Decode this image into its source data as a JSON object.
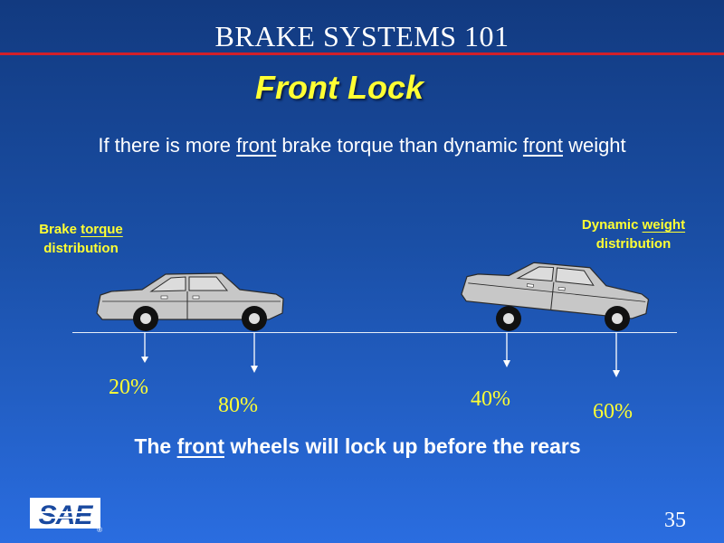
{
  "header": {
    "title": "BRAKE SYSTEMS 101"
  },
  "slide": {
    "title": "Front Lock",
    "subtitle": {
      "part1": "If there is more ",
      "front1": "front",
      "part2": " brake torque than dynamic ",
      "front2": "front",
      "part3": " weight"
    }
  },
  "left_label": {
    "prefix": "Brake ",
    "torque": "torque",
    "line2": "distribution"
  },
  "right_label": {
    "prefix": "Dynamic ",
    "weight": "weight",
    "line2": "distribution"
  },
  "percentages": {
    "front_torque": "20%",
    "rear_torque": "80%",
    "front_weight": "40%",
    "rear_weight": "60%"
  },
  "conclusion": {
    "part1": "The ",
    "front": "front",
    "part2": " wheels will lock up before the rears"
  },
  "logo": {
    "text": "SAE",
    "mark": "®"
  },
  "footer": {
    "page_number": "35"
  },
  "colors": {
    "accent_yellow": "#ffff33",
    "rule_red": "#d2202a",
    "background": "#1a4fa6"
  }
}
